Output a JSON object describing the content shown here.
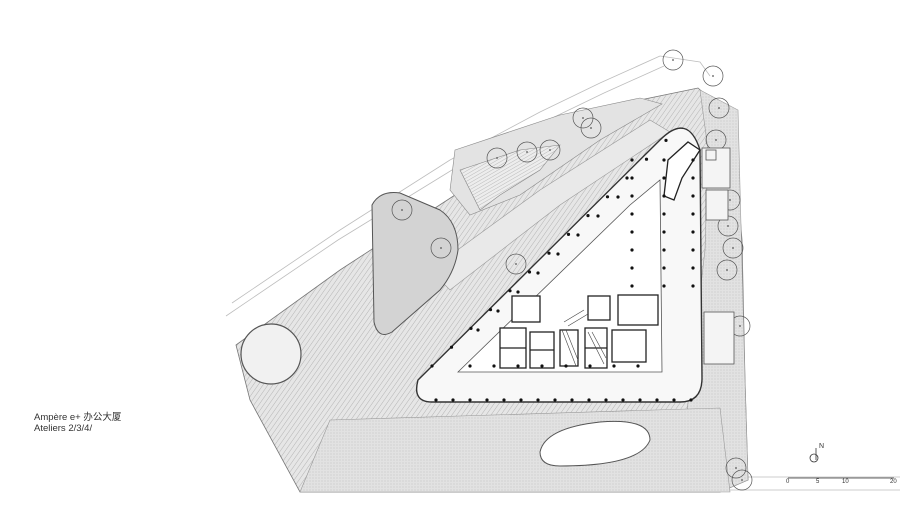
{
  "caption": {
    "line1": "Ampère e+ 办公大厦",
    "line2": "Ateliers 2/3/4/"
  },
  "north_arrow": {
    "label": "N"
  },
  "scale_bar": {
    "ticks": [
      "0",
      "5",
      "10",
      "20"
    ]
  },
  "colors": {
    "ink": "#222222",
    "hatch": "#9a9a9a",
    "paving": "#d9d9d9",
    "background": "#ffffff"
  }
}
